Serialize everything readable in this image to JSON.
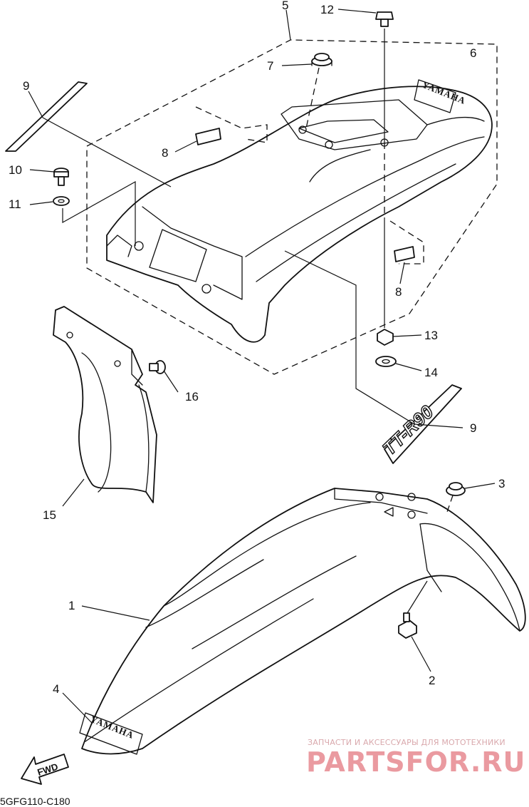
{
  "callouts": {
    "c1": "1",
    "c2": "2",
    "c3": "3",
    "c4": "4",
    "c5": "5",
    "c6": "6",
    "c7": "7",
    "c8a": "8",
    "c8b": "8",
    "c9a": "9",
    "c9b": "9",
    "c10": "10",
    "c11": "11",
    "c12": "12",
    "c13": "13",
    "c14": "14",
    "c15": "15",
    "c16": "16"
  },
  "decals": {
    "yamaha_rear": "YAMAHA",
    "yamaha_front": "YAMAHA",
    "model_decal": "TT-R90"
  },
  "direction_label": "FWD",
  "diagram_code": "5GFG110-C180",
  "watermark": {
    "caption": "ЗАПЧАСТИ И АКСЕССУАРЫ ДЛЯ МОТОТЕХНИКИ",
    "logo": "PARTSFOR.RU"
  },
  "colors": {
    "line": "#111111",
    "background": "#ffffff",
    "watermark": "#ea9aa0"
  }
}
